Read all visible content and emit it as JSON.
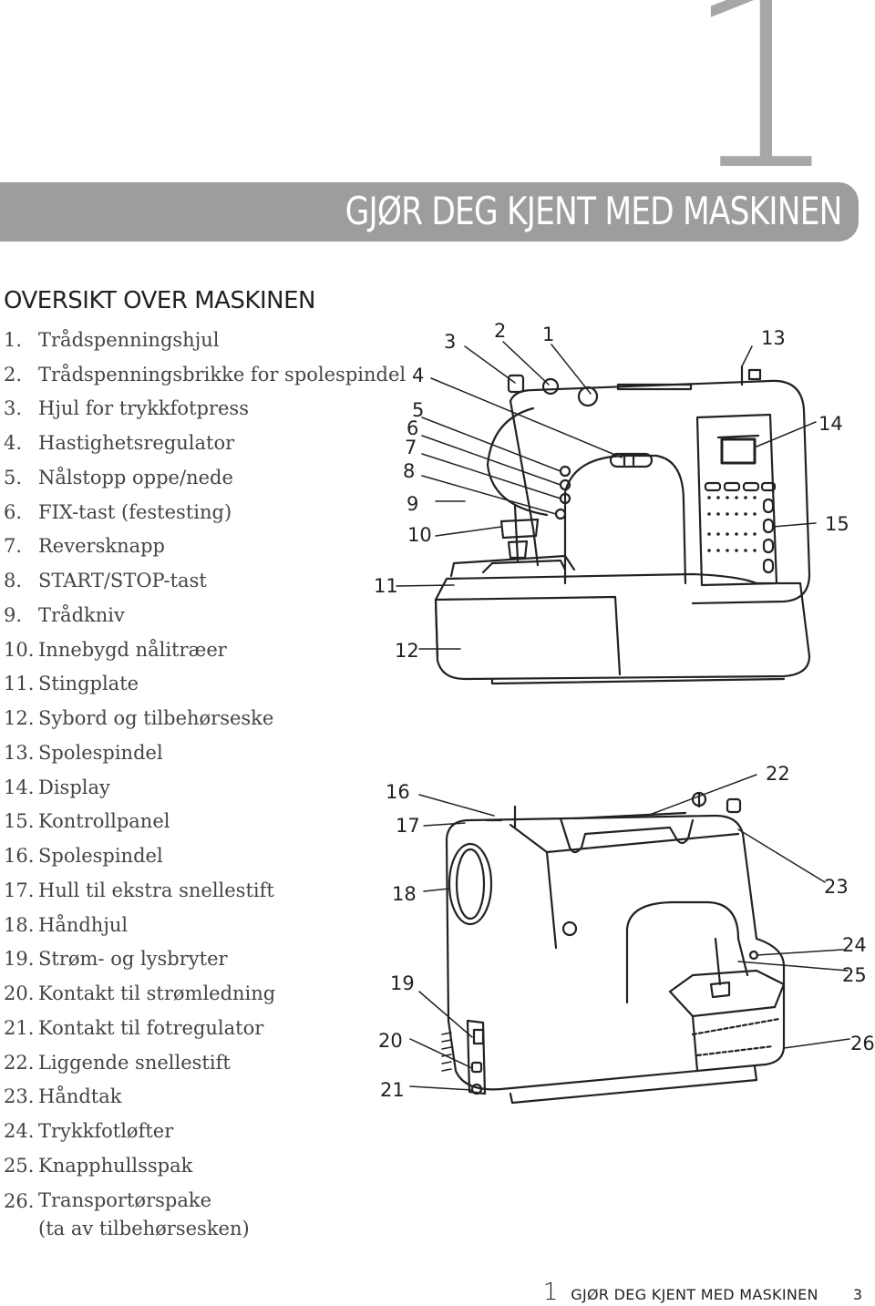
{
  "chapter_number": "1",
  "banner_title": "GJØR DEG KJENT MED MASKINEN",
  "section_title": "OVERSIKT OVER MASKINEN",
  "parts": [
    {
      "num": "1.",
      "label": "Trådspenningshjul"
    },
    {
      "num": "2.",
      "label": "Trådspenningsbrikke for spolespindel"
    },
    {
      "num": "3.",
      "label": "Hjul for trykkfotpress"
    },
    {
      "num": "4.",
      "label": "Hastighetsregulator"
    },
    {
      "num": "5.",
      "label": "Nålstopp oppe/nede"
    },
    {
      "num": "6.",
      "label": "FIX-tast (festesting)"
    },
    {
      "num": "7.",
      "label": "Reversknapp"
    },
    {
      "num": "8.",
      "label": "START/STOP-tast"
    },
    {
      "num": "9.",
      "label": "Trådkniv"
    },
    {
      "num": "10.",
      "label": "Innebygd nålitræer"
    },
    {
      "num": "11.",
      "label": "Stingplate"
    },
    {
      "num": "12.",
      "label": "Sybord og tilbehørseske"
    },
    {
      "num": "13.",
      "label": "Spolespindel"
    },
    {
      "num": "14.",
      "label": "Display"
    },
    {
      "num": "15.",
      "label": "Kontrollpanel"
    },
    {
      "num": "16.",
      "label": "Spolespindel"
    },
    {
      "num": "17.",
      "label": "Hull til ekstra snellestift"
    },
    {
      "num": "18.",
      "label": "Håndhjul"
    },
    {
      "num": "19.",
      "label": "Strøm- og lysbryter"
    },
    {
      "num": "20.",
      "label": "Kontakt til strømledning"
    },
    {
      "num": "21.",
      "label": "Kontakt til fotregulator"
    },
    {
      "num": "22.",
      "label": "Liggende snellestift"
    },
    {
      "num": "23.",
      "label": "Håndtak"
    },
    {
      "num": "24.",
      "label": "Trykkfotløfter"
    },
    {
      "num": "25.",
      "label": "Knapphullsspak"
    },
    {
      "num": "26.",
      "label": "Transportørspake\n(ta av tilbehørsesken)"
    }
  ],
  "callouts": [
    "1",
    "2",
    "3",
    "4",
    "5",
    "6",
    "7",
    "8",
    "9",
    "10",
    "11",
    "12",
    "13",
    "14",
    "15",
    "16",
    "17",
    "18",
    "19",
    "20",
    "21",
    "22",
    "23",
    "24",
    "25",
    "26"
  ],
  "footer": {
    "chapter": "1",
    "title": "GJØR DEG KJENT MED MASKINEN",
    "page": "3"
  }
}
